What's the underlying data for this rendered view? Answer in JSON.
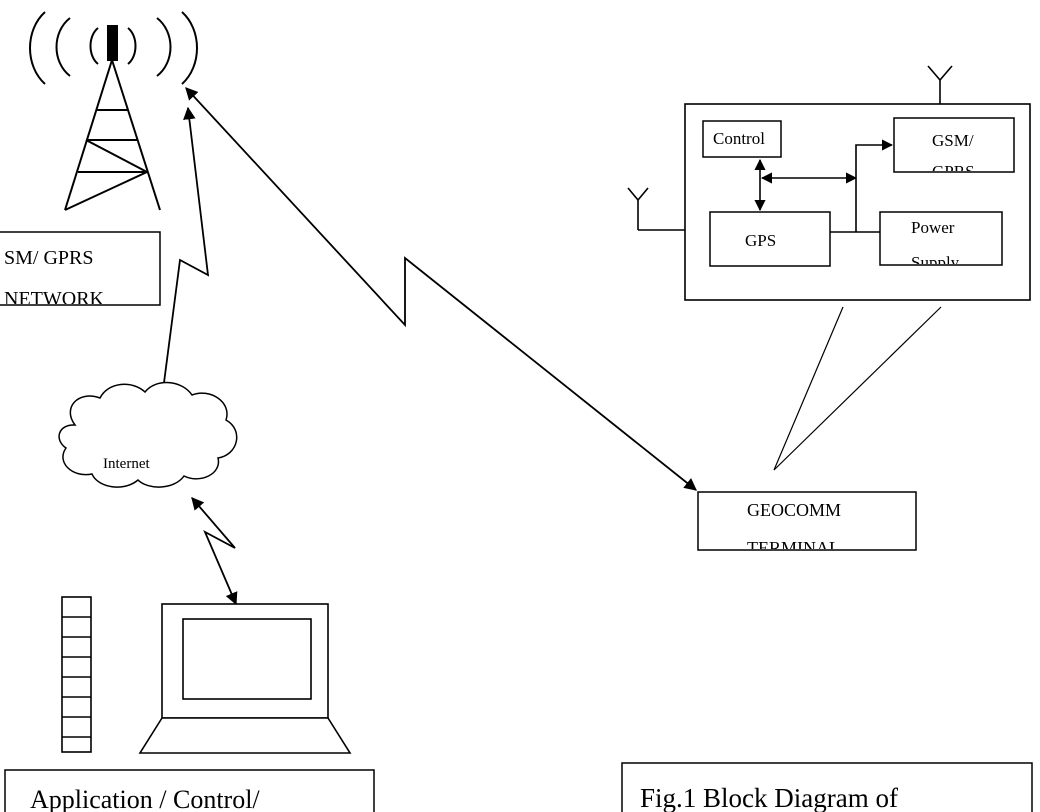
{
  "labels": {
    "gsm_network": "SM/ GPRS",
    "gsm_network_cut": "NETWORK",
    "internet": "Internet",
    "app_control": "Application / Control/",
    "control": "Control",
    "gsm_gprs": "GSM/",
    "gsm_gprs_cut": "GPRS",
    "gps": "GPS",
    "power": "Power",
    "power_cut": "Supply",
    "geocomm": "GEOCOMM",
    "geocomm_cut": "TERMINAL",
    "caption": "Fig.1 Block Diagram of"
  },
  "icons": {
    "tower": "cell-tower-icon",
    "cloud": "cloud-icon",
    "server": "server-tower-icon",
    "laptop": "laptop-icon",
    "antenna": "antenna-icon"
  }
}
